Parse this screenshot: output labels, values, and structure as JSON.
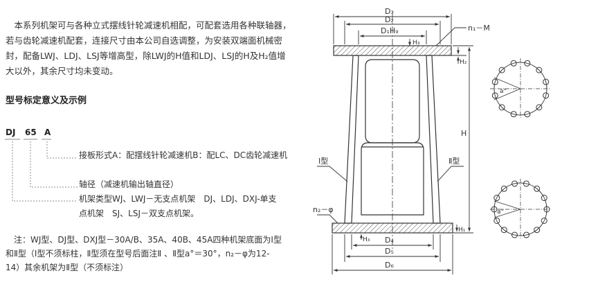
{
  "intro": {
    "lines": [
      "本系列机架可与各种立式摆线针轮减速机相配，可配套选用各种联轴器，",
      "若与齿轮减速机配套，连接尺寸由本公司自选调整，为安装双端面机械密",
      "封，配备LWJ、LDJ、LSJ等增高型，除LWJ的H值和LDJ、LSJ的H及H₂值增",
      "大以外，其余尺寸均未变动。"
    ]
  },
  "section": {
    "title": "型号标定意义及示例"
  },
  "model_code": {
    "part1": "DJ",
    "part2": "65",
    "part3": "A"
  },
  "explanations": {
    "flange": "接板形式A：配摆线针轮减速机B：配LC、DC齿轮减速机",
    "shaft": "轴径（减速机输出轴直径）",
    "type_line1": "机架类型WJ、LWJ－无支点机架　DJ、LDJ、DXJ-单支",
    "type_line2": "点机架　SJ、LSJ－双支点机架。"
  },
  "notes": {
    "lines": [
      "注：WJ型、DJ型、DXJ型－30A/B、35A、40B、45A四种机架底面为Ⅰ型",
      "和Ⅱ型（Ⅰ型不须标柱，Ⅱ型须在型号后面注Ⅱ 、Ⅱ型a°＝30°，n₂－φ为12-",
      "14）其余机架为Ⅱ型（不须标注）"
    ]
  },
  "drawing": {
    "d3": "D₃",
    "d2": "D₂",
    "d1h9": "D₁H₉",
    "n1m": "n₁－M",
    "h3": "H₃",
    "h2": "H₂",
    "h": "H",
    "h1": "H₁",
    "type1": "Ⅰ型",
    "type2": "Ⅱ型",
    "n2phi": "n₂－φ",
    "d4": "D₄",
    "d5": "D₅",
    "d6": "D₆",
    "a_top": "a°",
    "a_bottom": "a°"
  },
  "colors": {
    "line": "#333333",
    "text": "#333333"
  }
}
